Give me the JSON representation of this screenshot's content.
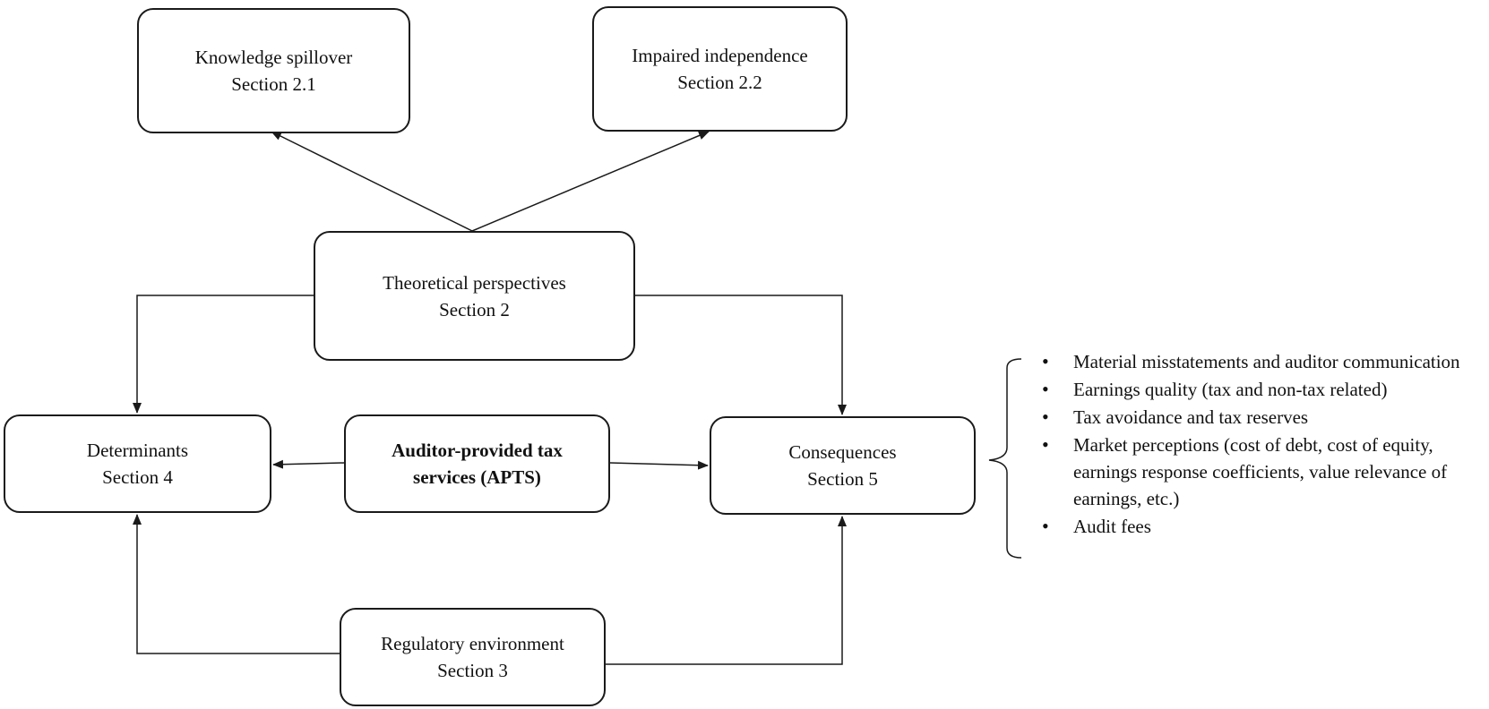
{
  "boxes": {
    "knowledge_spillover": {
      "title": "Knowledge spillover",
      "section": "Section 2.1"
    },
    "impaired_independence": {
      "title": "Impaired independence",
      "section": "Section 2.2"
    },
    "theoretical_perspectives": {
      "title": "Theoretical perspectives",
      "section": "Section 2"
    },
    "determinants": {
      "title": "Determinants",
      "section": "Section 4"
    },
    "apts": {
      "line1": "Auditor-provided tax",
      "line2": "services (APTS)"
    },
    "consequences": {
      "title": "Consequences",
      "section": "Section 5"
    },
    "regulatory_environment": {
      "title": "Regulatory environment",
      "section": "Section 3"
    }
  },
  "consequence_items": [
    {
      "text": "Material misstatements and auditor communication"
    },
    {
      "text": "Earnings quality (tax and non-tax related)"
    },
    {
      "text": "Tax avoidance and tax reserves"
    },
    {
      "text": "Market perceptions (cost of debt, cost of equity, earnings response coefficients, value relevance of earnings, etc.)"
    },
    {
      "text": "Audit fees"
    }
  ],
  "colors": {
    "line": "#1a1a1a",
    "background": "#ffffff",
    "text": "#111111"
  }
}
